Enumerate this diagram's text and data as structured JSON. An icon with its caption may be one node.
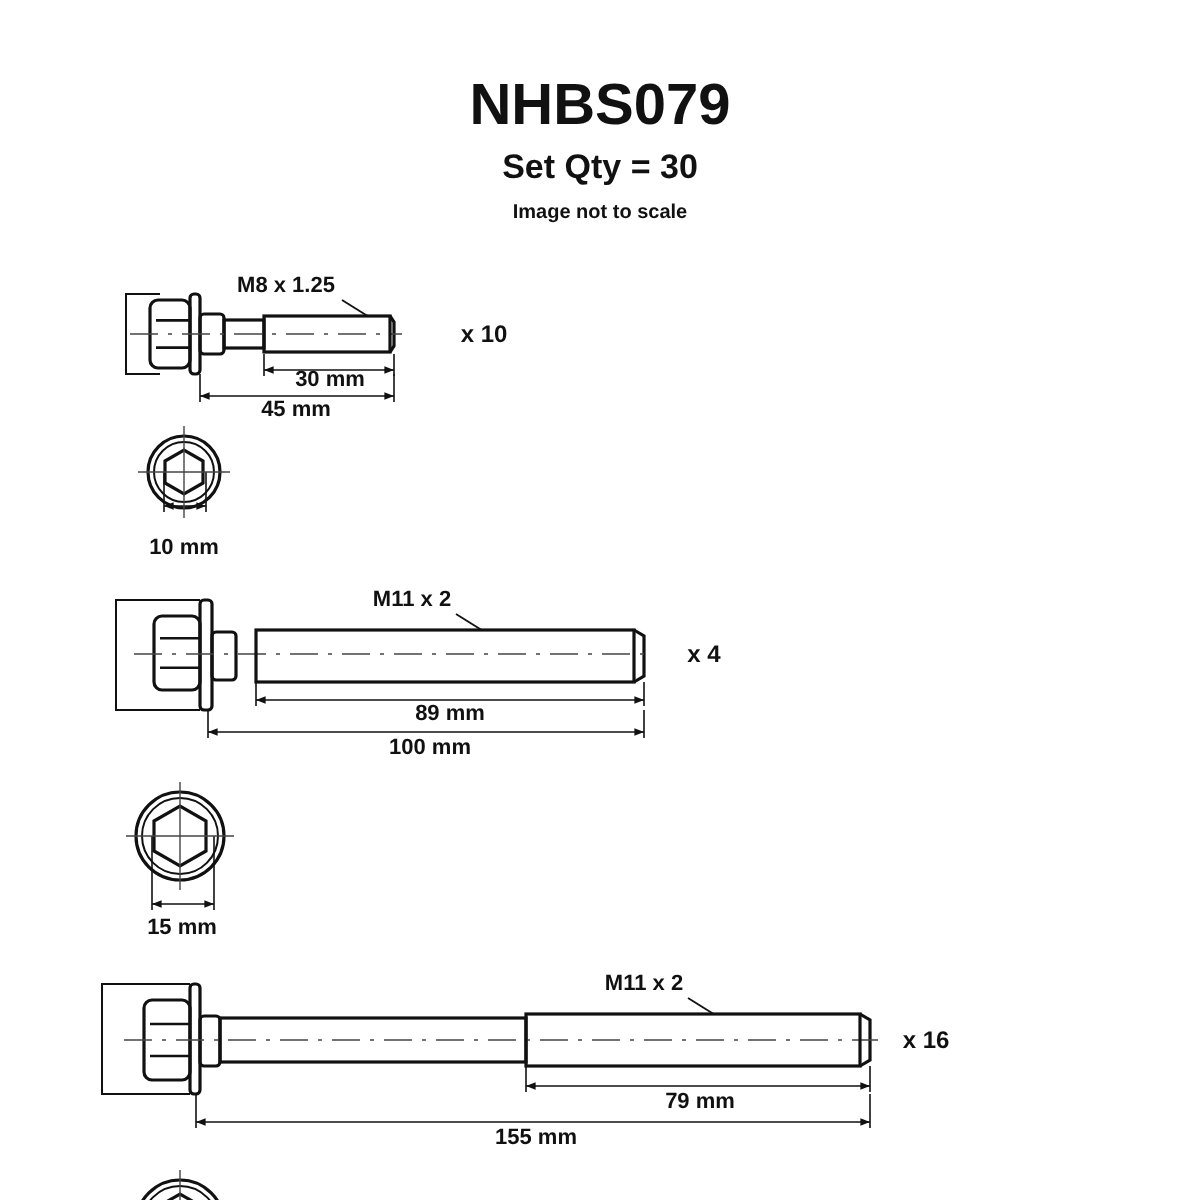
{
  "diagram": {
    "title": "NHBS079",
    "nodes": [
      {
        "text": [
          "M8 x 1.25"
        ]
      },
      {
        "text": [],
        "shape": "bar"
      },
      {
        "text": [
          "M11 x 2"
        ]
      },
      {
        "text": [],
        "shape": "bar"
      },
      {
        "text": [
          "M11 x 2"
        ]
      },
      {
        "text": [],
        "shape": "bar"
      }
    ],
    "edges": [
      {
        "from": 0,
        "to": 1,
        "arrow": "none"
      },
      {
        "from": 2,
        "to": 3,
        "arrow": "none"
      },
      {
        "from": 4,
        "to": 5,
        "arrow": "none"
      }
    ],
    "labels": [
      "Set Qty = 30",
      "Image not to scale",
      "x 10",
      "30 mm",
      "45 mm",
      "10 mm",
      "x 4",
      "89 mm",
      "100 mm",
      "15 mm",
      "x 16",
      "79 mm",
      "155 mm"
    ]
  }
}
